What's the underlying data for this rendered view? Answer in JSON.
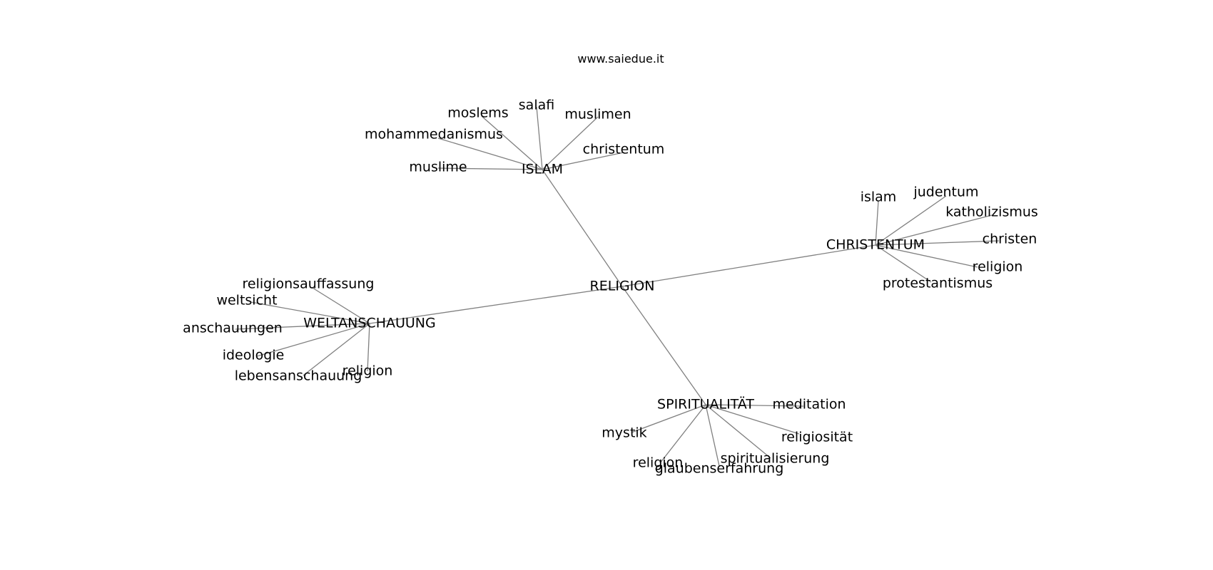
{
  "source": "www.saiedue.it",
  "graph": {
    "root": "RELIGION",
    "hubs": [
      {
        "label": "ISLAM",
        "leaves": [
          "moslems",
          "salafi",
          "muslimen",
          "mohammedanismus",
          "christentum",
          "muslime"
        ]
      },
      {
        "label": "CHRISTENTUM",
        "leaves": [
          "islam",
          "judentum",
          "katholizismus",
          "christen",
          "religion",
          "protestantismus"
        ]
      },
      {
        "label": "WELTANSCHAUUNG",
        "leaves": [
          "religionsauffassung",
          "weltsicht",
          "anschauungen",
          "ideologie",
          "lebensanschauung",
          "religion"
        ]
      },
      {
        "label": "SPIRITUALITÄT",
        "leaves": [
          "meditation",
          "mystik",
          "religiosität",
          "spiritualisierung",
          "religion",
          "glaubenserfahrung"
        ]
      }
    ]
  }
}
